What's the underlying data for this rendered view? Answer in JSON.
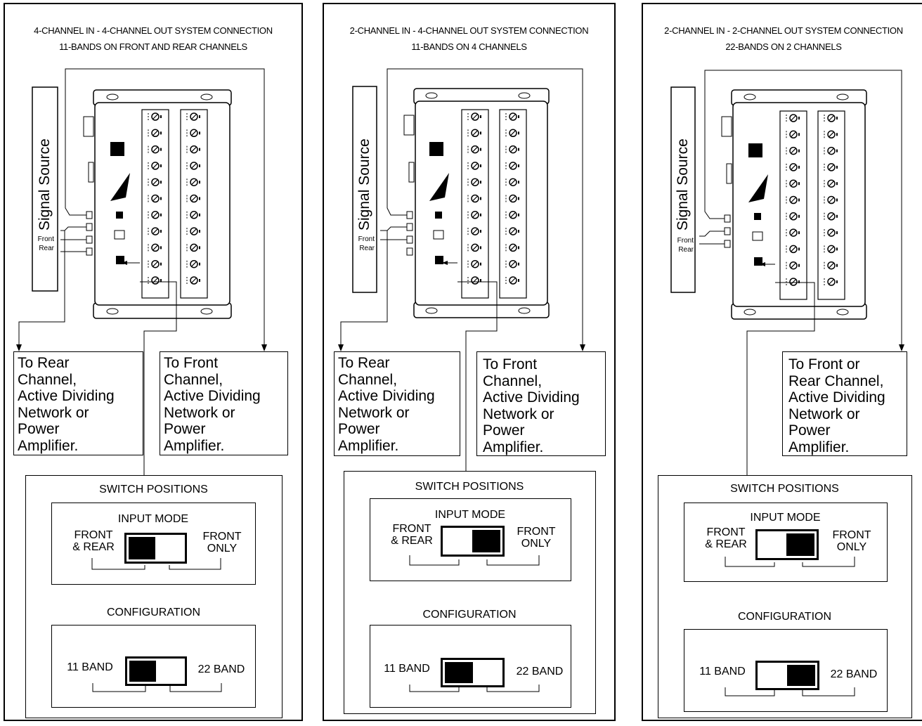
{
  "panels": [
    {
      "title1": "4-CHANNEL IN - 4-CHANNEL OUT SYSTEM CONNECTION",
      "title2": "11-BANDS ON FRONT AND REAR CHANNELS",
      "signal_source": "Signal Source",
      "input_labels": [
        "Front",
        "Rear"
      ],
      "outputs": [
        "To Rear\nChannel,\nActive Dividing\nNetwork or\nPower\nAmplifier.",
        "To Front\nChannel,\nActive Dividing\nNetwork or\nPower\nAmplifier."
      ],
      "switch_positions": "SWITCH POSITIONS",
      "input_mode": {
        "label": "INPUT MODE",
        "left": "FRONT\n& REAR",
        "right": "FRONT\nONLY",
        "selected": "left"
      },
      "configuration": {
        "label": "CONFIGURATION",
        "left": "11 BAND",
        "right": "22 BAND",
        "selected": "left"
      }
    },
    {
      "title1": "2-CHANNEL IN - 4-CHANNEL OUT SYSTEM CONNECTION",
      "title2": "11-BANDS ON  4 CHANNELS",
      "signal_source": "Signal Source",
      "input_labels": [
        "Front",
        "Rear"
      ],
      "outputs": [
        "To Rear\nChannel,\nActive Dividing\nNetwork or\nPower\nAmplifier.",
        "To Front\nChannel,\nActive Dividing\nNetwork or\nPower\nAmplifier."
      ],
      "switch_positions": "SWITCH POSITIONS",
      "input_mode": {
        "label": "INPUT MODE",
        "left": "FRONT\n& REAR",
        "right": "FRONT\nONLY",
        "selected": "right"
      },
      "configuration": {
        "label": "CONFIGURATION",
        "left": "11 BAND",
        "right": "22 BAND",
        "selected": "left"
      }
    },
    {
      "title1": "2-CHANNEL IN - 2-CHANNEL OUT SYSTEM CONNECTION",
      "title2": "22-BANDS ON  2 CHANNELS",
      "signal_source": "Signal Source",
      "input_labels": [
        "Front",
        "Rear"
      ],
      "outputs": [
        "To Front or\nRear Channel,\nActive Dividing\nNetwork or\nPower\nAmplifier."
      ],
      "switch_positions": "SWITCH POSITIONS",
      "input_mode": {
        "label": "INPUT MODE",
        "left": "FRONT\n& REAR",
        "right": "FRONT\nONLY",
        "selected": "right"
      },
      "configuration": {
        "label": "CONFIGURATION",
        "left": "11 BAND",
        "right": "22 BAND",
        "selected": "right"
      }
    }
  ]
}
